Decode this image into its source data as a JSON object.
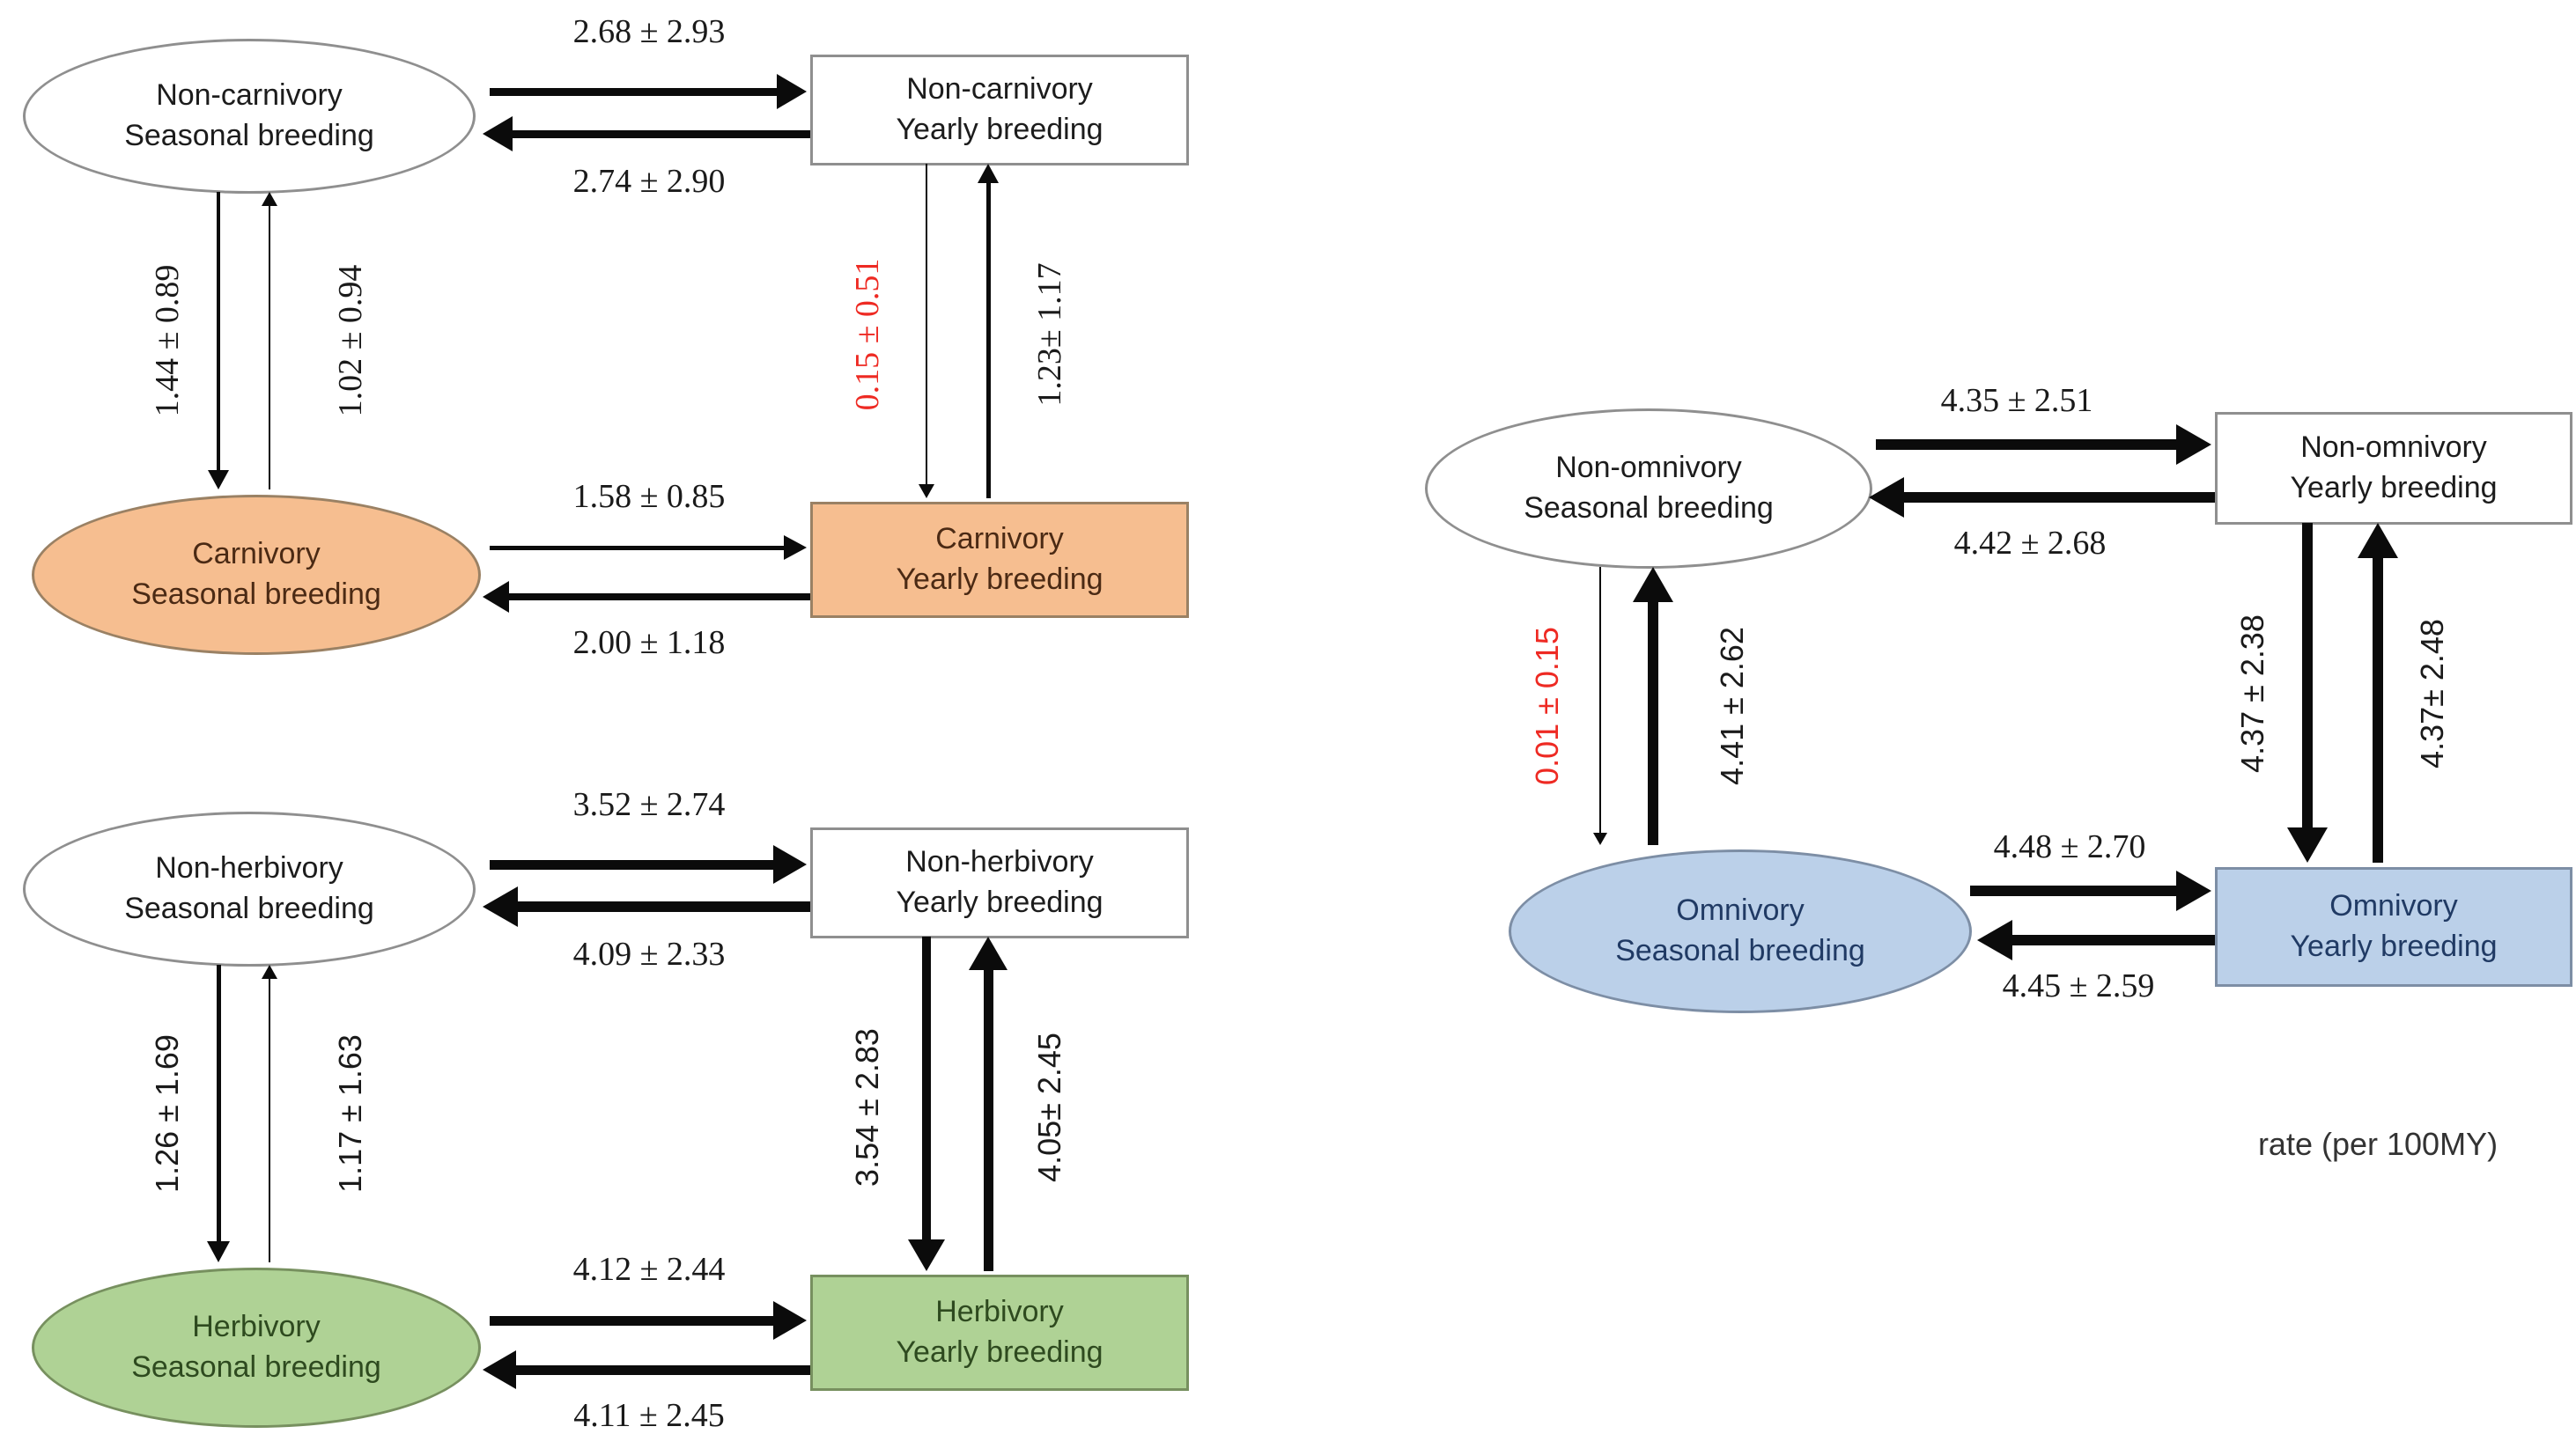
{
  "legend": {
    "rate_caption": "rate (per 100MY)"
  },
  "colors": {
    "carnivory_fill": "#F6BE90",
    "herbivory_fill": "#AFD295",
    "omnivory_fill": "#BBD0E9",
    "highlight_red": "#EE2A23",
    "arrow_black": "#0B0B0B",
    "node_border_gray": "#8F8F8F"
  },
  "panels": [
    {
      "id": "carnivory",
      "nodes": {
        "seasonal_non": {
          "line1": "Non-carnivory",
          "line2": "Seasonal breeding"
        },
        "yearly_non": {
          "line1": "Non-carnivory",
          "line2": "Yearly breeding"
        },
        "seasonal": {
          "line1": "Carnivory",
          "line2": "Seasonal breeding"
        },
        "yearly": {
          "line1": "Carnivory",
          "line2": "Yearly breeding"
        }
      },
      "rates": {
        "top_right": "2.68 ± 2.93",
        "top_left": "2.74 ± 2.90",
        "left_down": "1.44 ± 0.89",
        "left_up": "1.02 ± 0.94",
        "mid_down": "0.15 ± 0.51",
        "mid_up": "1.23± 1.17",
        "bottom_right": "1.58 ± 0.85",
        "bottom_left": "2.00 ± 1.18"
      }
    },
    {
      "id": "herbivory",
      "nodes": {
        "seasonal_non": {
          "line1": "Non-herbivory",
          "line2": "Seasonal breeding"
        },
        "yearly_non": {
          "line1": "Non-herbivory",
          "line2": "Yearly breeding"
        },
        "seasonal": {
          "line1": "Herbivory",
          "line2": "Seasonal breeding"
        },
        "yearly": {
          "line1": "Herbivory",
          "line2": "Yearly breeding"
        }
      },
      "rates": {
        "top_right": "3.52 ± 2.74",
        "top_left": "4.09 ± 2.33",
        "left_down": "1.26 ± 1.69",
        "left_up": "1.17 ± 1.63",
        "mid_down": "3.54 ± 2.83",
        "mid_up": "4.05± 2.45",
        "bottom_right": "4.12 ± 2.44",
        "bottom_left": "4.11 ± 2.45"
      }
    },
    {
      "id": "omnivory",
      "nodes": {
        "seasonal_non": {
          "line1": "Non-omnivory",
          "line2": "Seasonal breeding"
        },
        "yearly_non": {
          "line1": "Non-omnivory",
          "line2": "Yearly breeding"
        },
        "seasonal": {
          "line1": "Omnivory",
          "line2": "Seasonal breeding"
        },
        "yearly": {
          "line1": "Omnivory",
          "line2": "Yearly breeding"
        }
      },
      "rates": {
        "top_right": "4.35 ± 2.51",
        "top_left": "4.42 ± 2.68",
        "left_down": "0.01 ± 0.15",
        "left_up": "4.41 ± 2.62",
        "mid_down": "4.37 ± 2.38",
        "mid_up": "4.37± 2.48",
        "bottom_right": "4.48 ± 2.70",
        "bottom_left": "4.45 ± 2.59"
      }
    }
  ]
}
